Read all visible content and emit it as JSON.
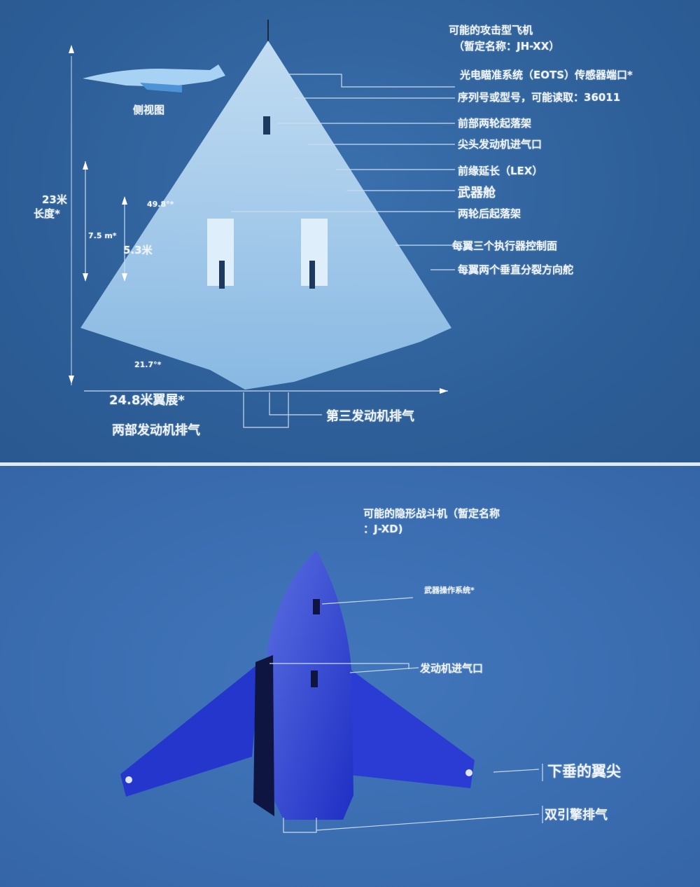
{
  "attack": {
    "title_line1": "可能的攻击型飞机",
    "title_line2": "（暂定名称：JH-XX）",
    "side_view_label": "侧视图",
    "callouts": [
      "光电瞄准系统（EOTS）传感器端口*",
      "序列号或型号，可能读取：36011",
      "前部两轮起落架",
      "尖头发动机进气口",
      "前缘延长（LEX）",
      "武器舱",
      "两轮后起落架",
      "每翼三个执行器控制面",
      "每翼两个垂直分裂方向舵"
    ],
    "length_value": "23米",
    "length_label": "长度*",
    "angle_top": "49.8°*",
    "dim_75": "7.5 m*",
    "dim_53": "5.3米",
    "angle_bottom": "21.7°*",
    "wingspan": "24.8米翼展*",
    "exhaust_two": "两部发动机排气",
    "exhaust_third": "第三发动机排气"
  },
  "fighter": {
    "title_line1": "可能的隐形战斗机（暂定名称",
    "title_line2": "：J-XD)",
    "callout_weapons": "武器操作系统*",
    "callout_intake": "发动机进气口",
    "callout_wingtip": "下垂的翼尖",
    "callout_exhaust": "双引擎排气"
  },
  "colors": {
    "top_bg": "#2e5f98",
    "bottom_bg": "#3a6db0",
    "delta": "#9fc6ea",
    "fighter": "#2d3fd0"
  }
}
